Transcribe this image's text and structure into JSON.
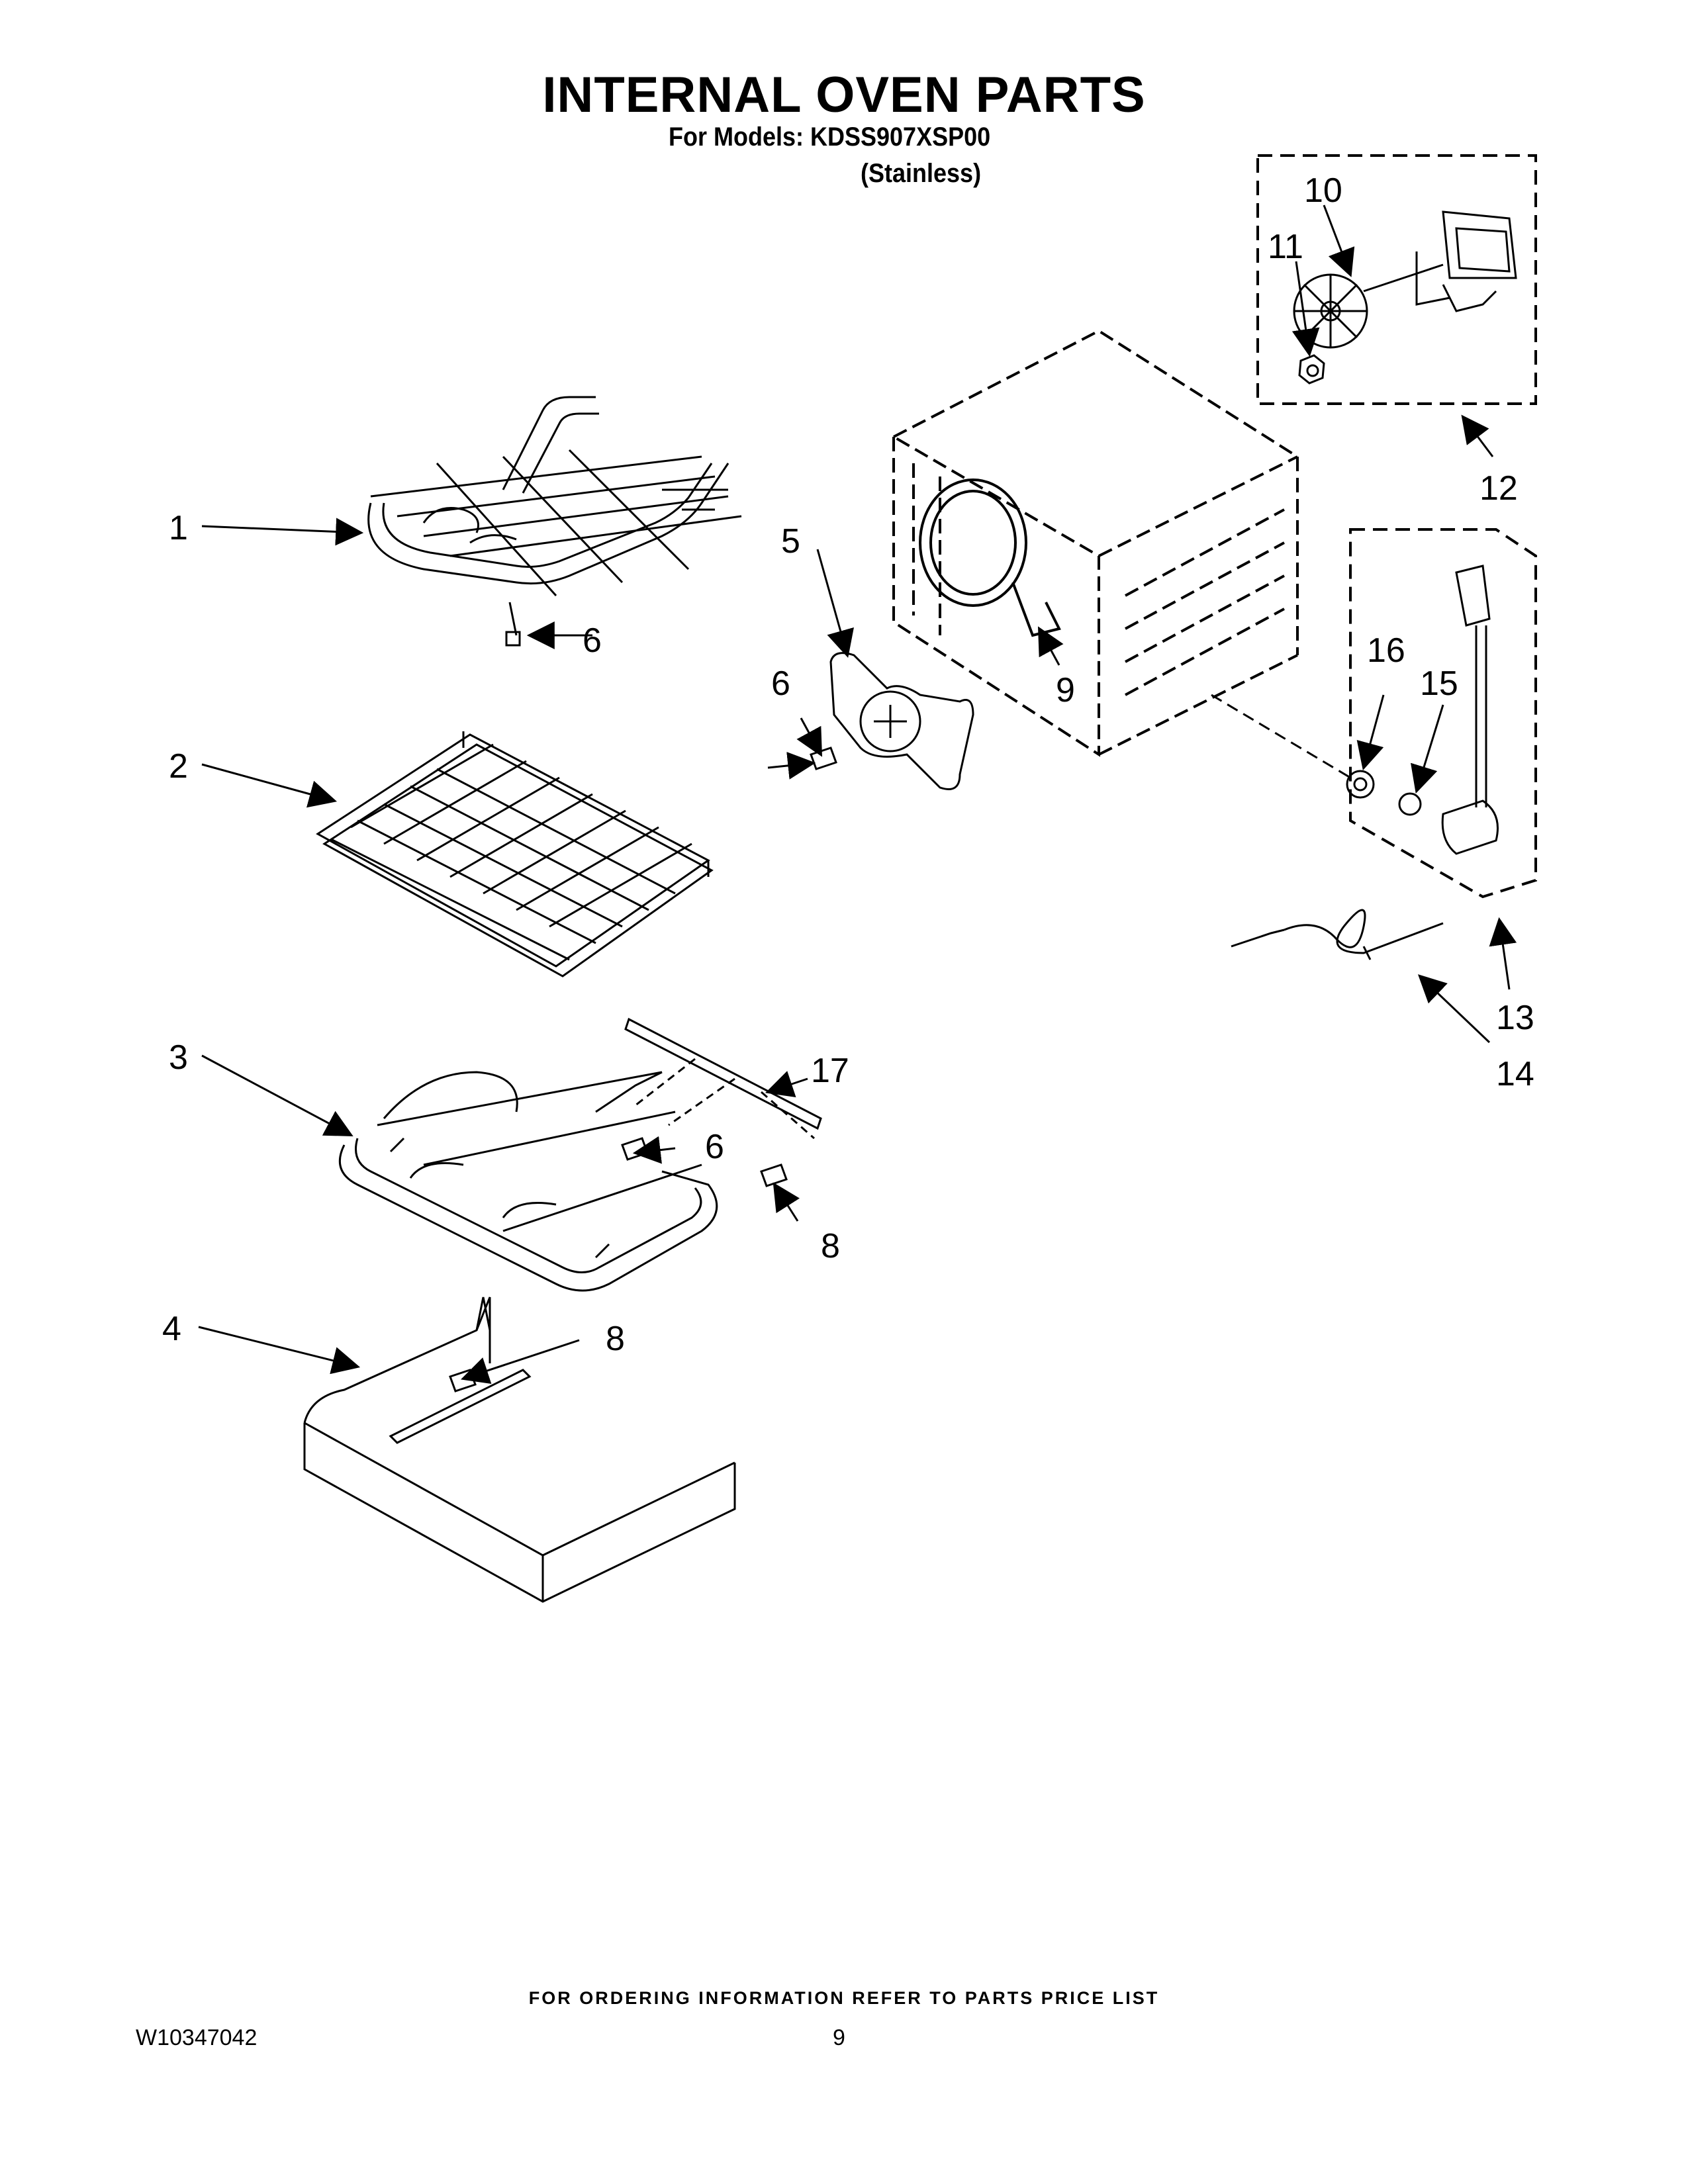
{
  "header": {
    "title": "INTERNAL OVEN PARTS",
    "models_line": "For Models: KDSS907XSP00",
    "finish": "(Stainless)"
  },
  "callouts": [
    "1",
    "2",
    "3",
    "4",
    "5",
    "6",
    "6",
    "6",
    "8",
    "8",
    "9",
    "10",
    "11",
    "12",
    "13",
    "14",
    "15",
    "16",
    "17"
  ],
  "footer": {
    "ordering_note": "FOR ORDERING INFORMATION REFER TO PARTS PRICE LIST",
    "document_number": "W10347042",
    "page_number": "9"
  }
}
